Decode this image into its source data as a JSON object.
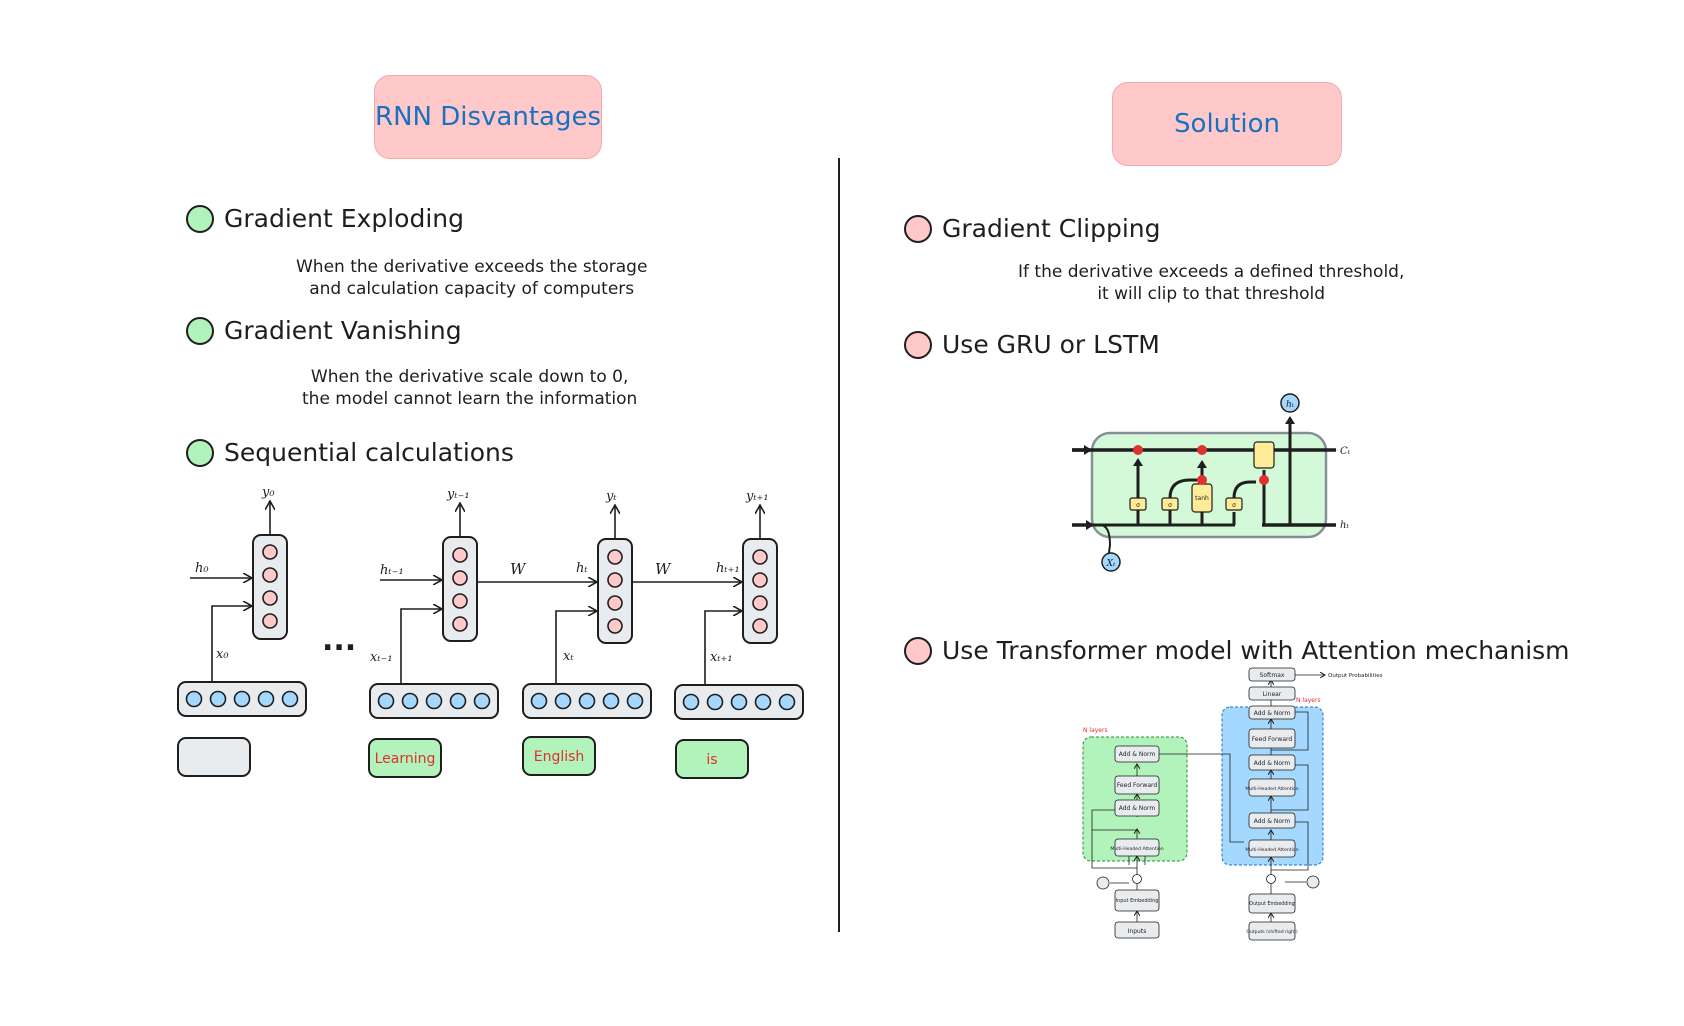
{
  "left": {
    "header": "RNN Disvantages",
    "items": [
      {
        "title": "Gradient Exploding",
        "desc": [
          "When the derivative exceeds the storage",
          "and calculation capacity of computers"
        ]
      },
      {
        "title": "Gradient Vanishing",
        "desc": [
          "When the derivative scale down to 0,",
          "the model cannot learn the information"
        ]
      },
      {
        "title": "Sequential calculations"
      }
    ]
  },
  "right": {
    "header": "Solution",
    "items": [
      {
        "title": "Gradient Clipping",
        "desc": [
          "If the derivative exceeds a defined threshold,",
          "it will clip to that threshold"
        ]
      },
      {
        "title": "Use GRU or LSTM"
      },
      {
        "title": "Use Transformer model with Attention mechanism"
      }
    ]
  },
  "rnn": {
    "ellipsis": "...",
    "weight": "W",
    "cells": [
      {
        "h": "h₀",
        "x": "x₀",
        "y": "y₀",
        "word": ""
      },
      {
        "h": "hₜ₋₁",
        "x": "xₜ₋₁",
        "y": "yₜ₋₁",
        "word": "Learning"
      },
      {
        "h": "hₜ",
        "x": "xₜ",
        "y": "yₜ",
        "word": "English"
      },
      {
        "h": "hₜ₊₁",
        "x": "xₜ₊₁",
        "y": "yₜ₊₁",
        "word": "is"
      }
    ]
  },
  "lstm": {
    "c": "Cₜ",
    "h": "hₜ",
    "x": "Xₜ",
    "tanh": "tanh",
    "sigma": "σ"
  },
  "transformer": {
    "softmax": "Softmax",
    "output_probs": "Output Probabilities",
    "linear": "Linear",
    "nx": "N layers",
    "add_norm": "Add & Norm",
    "feed_forward": "Feed Forward",
    "mha": "Multi-Headed Attention",
    "masked_mha": "Multi-Headed Attention",
    "input_embedding": "Input Embedding",
    "output_embedding": "Output Embedding",
    "inputs": "Inputs",
    "outputs": "Outputs (shifted right)"
  },
  "colors": {
    "header_bg": "#ffc9c9",
    "header_text": "#1971c2",
    "green": "#b2f2bb",
    "pink": "#ffc9c9",
    "blue": "#a5d8ff",
    "gray": "#e9ecef",
    "red": "#e03131"
  }
}
